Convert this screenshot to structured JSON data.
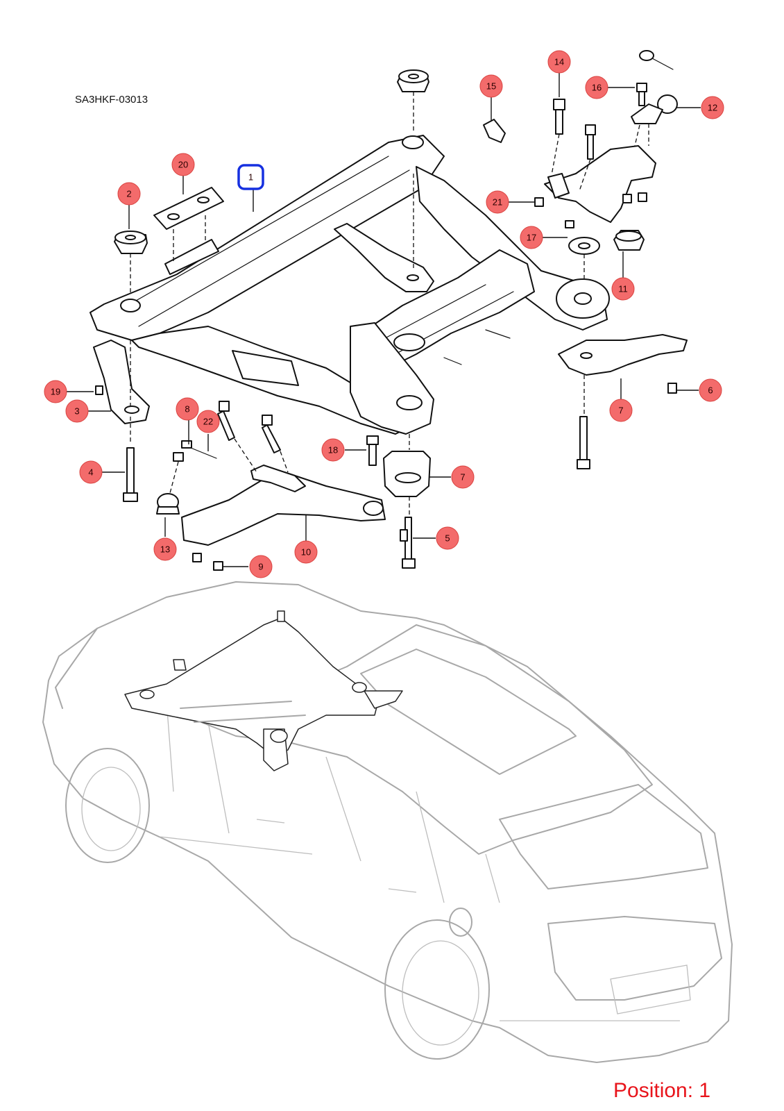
{
  "diagram_code": "SA3HKF-03013",
  "position_label": "Position: 1",
  "selected_callout": "1",
  "callouts": [
    "1",
    "2",
    "3",
    "4",
    "5",
    "6",
    "7",
    "7",
    "8",
    "9",
    "10",
    "11",
    "12",
    "13",
    "14",
    "15",
    "16",
    "17",
    "18",
    "19",
    "20",
    "21",
    "22"
  ],
  "colors": {
    "callout_fill": "#f36b6b",
    "selected_outline": "#1630e0",
    "position_text": "#e8141b",
    "car_outline": "#a8a8a8"
  }
}
